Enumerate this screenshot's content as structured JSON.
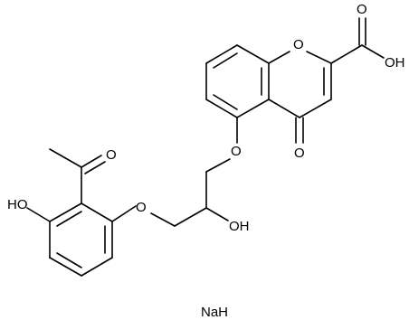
{
  "labels": {
    "ring_oxygen": "O",
    "carboxyl_carbonyl_oxygen": "O",
    "carboxyl_hydroxyl": "OH",
    "chromone_keto_oxygen": "O",
    "aryl_ether_oxygen_chromone": "O",
    "secondary_alcohol": "OH",
    "aryl_ether_oxygen_phenyl": "O",
    "acetyl_oxygen": "O",
    "phenol_hydroxyl": "HO",
    "counter_ion": "NaH"
  }
}
